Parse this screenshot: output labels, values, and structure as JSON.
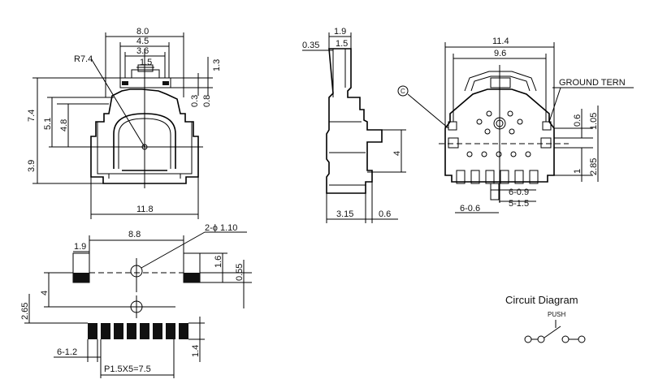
{
  "front_view": {
    "dims": {
      "w_top": "8.0",
      "w_mid": "4.5",
      "w_in": "3.6",
      "w_small": "1.5",
      "radius": "R7.4",
      "h_top": "1.3",
      "h_a": "0.3",
      "h_b": "0.8",
      "h_total": "7.4",
      "h_51": "5.1",
      "h_48": "4.8",
      "h_39": "3.9",
      "width": "11.8"
    }
  },
  "side_view": {
    "dims": {
      "d_19": "1.9",
      "d_15": "1.5",
      "d_035": "0.35",
      "d_4": "4",
      "d_315": "3.15",
      "d_06": "0.6"
    }
  },
  "right_view": {
    "dims": {
      "w_114": "11.4",
      "w_96": "9.6",
      "h_06": "0.6",
      "h_105": "1.05",
      "h_1": "1",
      "h_285": "2.85",
      "p_609": "6-0.9",
      "p_515": "5-1.5",
      "p_606": "6-0.6"
    },
    "ground_label": "GROUND TERN",
    "marker_label": "C"
  },
  "footprint": {
    "dims": {
      "w_19": "1.9",
      "w_88": "8.8",
      "holes": "2-ϕ 1.10",
      "h_16": "1.6",
      "h_055": "0.55",
      "h_4": "4",
      "h_265": "2.65",
      "pads": "6-1.2",
      "pitch": "P1.5X5=7.5",
      "h_14": "1.4"
    }
  },
  "circuit": {
    "title": "Circuit Diagram",
    "switch_label": "PUSH"
  }
}
